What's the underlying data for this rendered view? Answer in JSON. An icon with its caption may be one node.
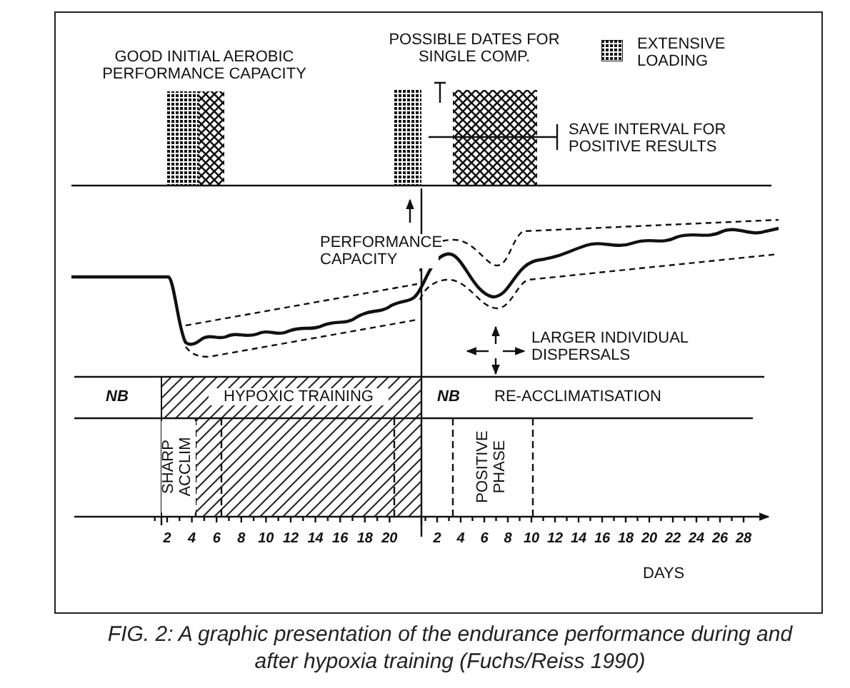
{
  "diagram": {
    "caption": "FIG. 2: A graphic presentation of the endurance performance during and after hypoxia training (Fuchs/Reiss 1990)",
    "labels": [
      "GOOD INITIAL AEROBIC PERFORMANCE CAPACITY",
      "POSSIBLE DATES FOR SINGLE COMP.",
      "SAVE INTERVAL FOR POSITIVE RESULTS",
      "PERFORMANCE CAPACITY",
      "LARGER INDIVIDUAL DISPERSALS",
      "NB",
      "HYPOXIC TRAINING",
      "NB",
      "RE-ACCLIMATISATION",
      "SHARP ACCLIM",
      "POSITIVE PHASE",
      "2",
      "4",
      "6",
      "8",
      "10",
      "12",
      "14",
      "16",
      "18",
      "20",
      "2",
      "4",
      "6",
      "8",
      "10",
      "12",
      "14",
      "16",
      "18",
      "20",
      "22",
      "24",
      "26",
      "28",
      "DAYS"
    ],
    "legend": [
      {
        "text": "EXTENSIVE LOADING"
      }
    ]
  }
}
